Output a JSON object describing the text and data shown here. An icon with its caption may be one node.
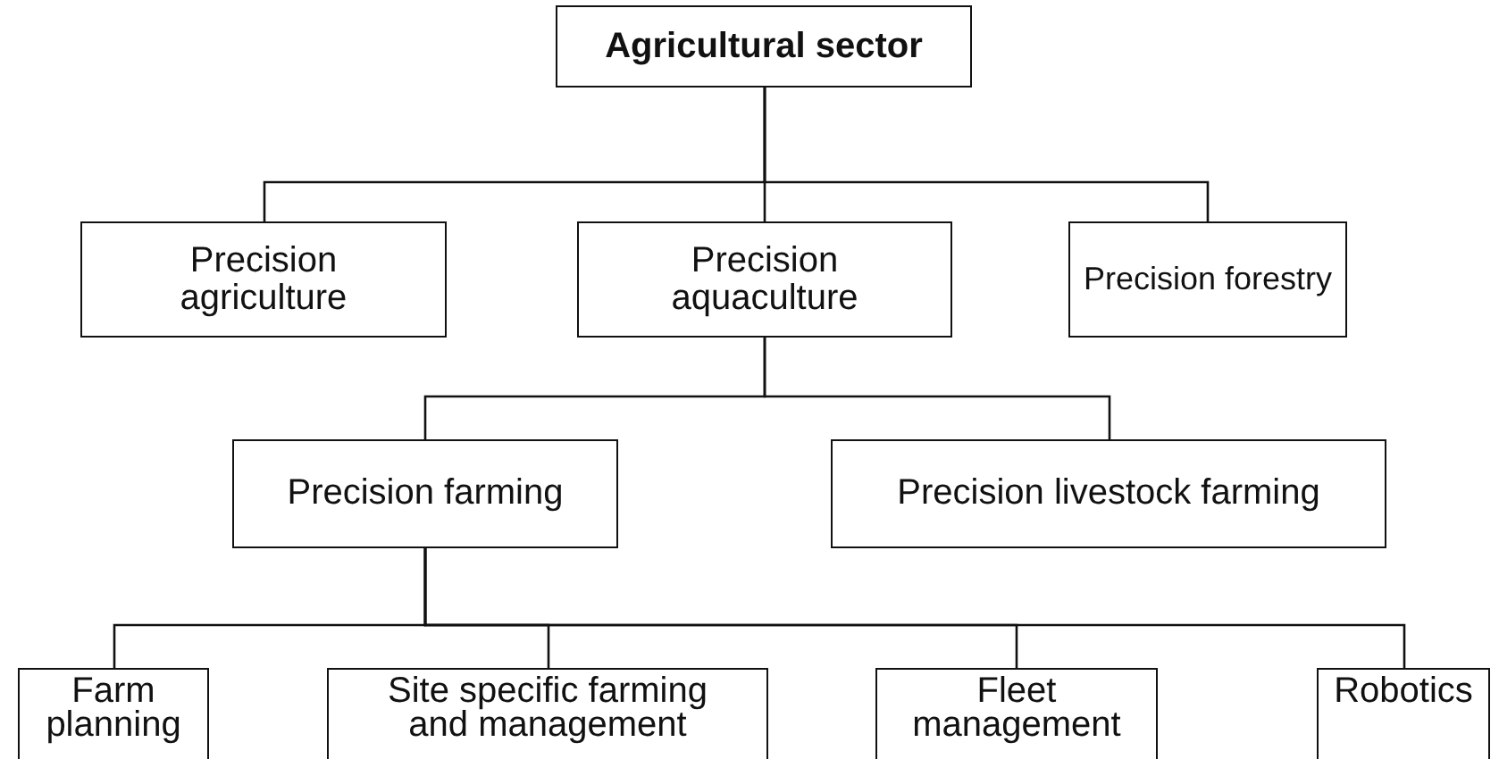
{
  "diagram": {
    "nodes": [
      {
        "text": [
          "Agricultural sector"
        ]
      },
      {
        "text": [
          "Precision agriculture"
        ]
      },
      {
        "text": [
          "Precision aquaculture"
        ]
      },
      {
        "text": [
          "Precision forestry"
        ]
      },
      {
        "text": [
          "Precision farming"
        ]
      },
      {
        "text": [
          "Precision livestock farming"
        ]
      },
      {
        "text": [
          "Farm planning"
        ]
      },
      {
        "text": [
          "Site specific farming and management"
        ]
      },
      {
        "text": [
          "Fleet management"
        ]
      },
      {
        "text": [
          "Robotics"
        ]
      }
    ],
    "edges": [
      {
        "from": 0,
        "to": 1,
        "arrow": "none"
      },
      {
        "from": 0,
        "to": 2,
        "arrow": "none"
      },
      {
        "from": 0,
        "to": 3,
        "arrow": "none"
      },
      {
        "from": 2,
        "to": 4,
        "arrow": "none"
      },
      {
        "from": 2,
        "to": 5,
        "arrow": "none"
      },
      {
        "from": 4,
        "to": 6,
        "arrow": "none"
      },
      {
        "from": 4,
        "to": 7,
        "arrow": "none"
      },
      {
        "from": 4,
        "to": 8,
        "arrow": "none"
      },
      {
        "from": 4,
        "to": 9,
        "arrow": "none"
      }
    ]
  }
}
